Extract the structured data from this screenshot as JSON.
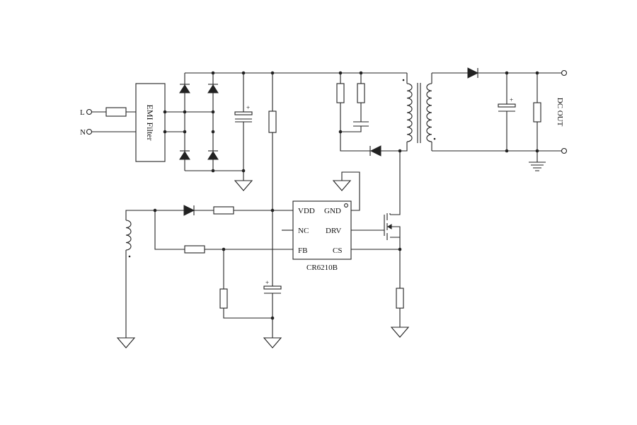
{
  "input": {
    "line_label": "L",
    "neutral_label": "N"
  },
  "emi_filter": {
    "label": "EMI Filter"
  },
  "ic": {
    "part_number": "CR6210B",
    "pins": {
      "vdd": "VDD",
      "gnd": "GND",
      "nc": "NC",
      "drv": "DRV",
      "fb": "FB",
      "cs": "CS"
    }
  },
  "output": {
    "label": "DC  OUT"
  },
  "polarity_mark": "+"
}
